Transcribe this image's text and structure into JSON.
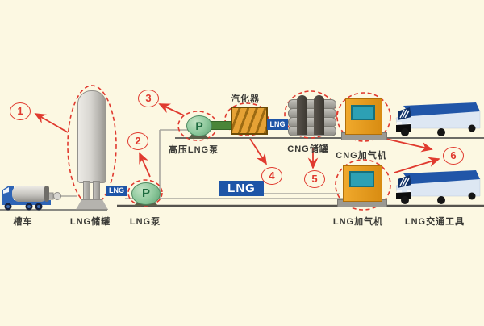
{
  "scene": {
    "background": "#fcf8e2",
    "accent_red": "#e03a2f",
    "pipe_blue": "#1e55a7"
  },
  "labels": {
    "tank_truck": "槽车",
    "lng_storage_tank": "LNG储罐",
    "lng_pump": "LNG泵",
    "hp_lng_pump": "高压LNG泵",
    "vaporizer": "汽化器",
    "cng_storage": "CNG储罐",
    "cng_dispenser": "CNG加气机",
    "lng_dispenser": "LNG加气机",
    "lng_vehicles": "LNG交通工具"
  },
  "flow_tags": {
    "tank_outlet": "LNG",
    "vaporizer_outlet": "LNG",
    "main_line": "LNG"
  },
  "pump_letter": "P",
  "steps": [
    "1",
    "2",
    "3",
    "4",
    "5",
    "6"
  ]
}
